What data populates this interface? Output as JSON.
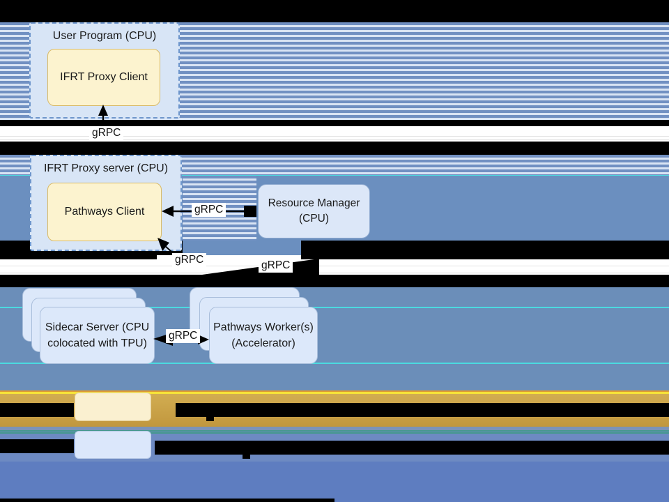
{
  "colors": {
    "black": "#000000",
    "white": "#ffffff",
    "stripe_blue": "#7190c2",
    "stripe_light": "#d9e4f4",
    "solid_blue": "#6b8fbf",
    "steel": "#6b8eb9",
    "cyan_line": "#45e8e6",
    "orange_line": "#dd9a33",
    "yellow_line": "#f6e339",
    "gold_top": "#d2ad51",
    "gold_bottom": "#c1973e",
    "bluegray": "#7b93b9",
    "teal_line": "#45988e",
    "peri_top": "#6d8ac2",
    "peri_bottom": "#5e7dc0",
    "box_blue_fill": "#d8e5f6",
    "box_blue_border": "#6e96cc",
    "yellow_fill": "#fcf3cf",
    "yellow_border": "#d8ba68",
    "rm_fill": "#dce7f8",
    "rm_border": "#8da9cf",
    "stack_fill": "#dce8fa",
    "stack_border": "#a9bedb",
    "legend_yellow_fill": "#faf0d0",
    "legend_yellow_border": "#e2cd96",
    "legend_blue_fill": "#dbe7fb",
    "legend_blue_border": "#b9cbe8"
  },
  "boxes": {
    "user_program": {
      "title": "User Program (CPU)"
    },
    "ifrt_proxy_client": {
      "label": "IFRT Proxy Client"
    },
    "ifrt_proxy_server": {
      "title": "IFRT Proxy server (CPU)"
    },
    "pathways_client": {
      "label": "Pathways Client"
    },
    "resource_manager": {
      "line1": "Resource Manager",
      "line2": "(CPU)"
    },
    "sidecar_server": {
      "line1": "Sidecar Server (CPU",
      "line2": "colocated with TPU)"
    },
    "pathways_worker": {
      "line1": "Pathways Worker(s)",
      "line2": "(Accelerator)"
    }
  },
  "labels": {
    "grpc_top": "gRPC",
    "grpc_mid": "gRPC",
    "grpc_left_diag": "gRPC",
    "grpc_right_diag": "gRPC",
    "grpc_stack": "gRPC"
  }
}
